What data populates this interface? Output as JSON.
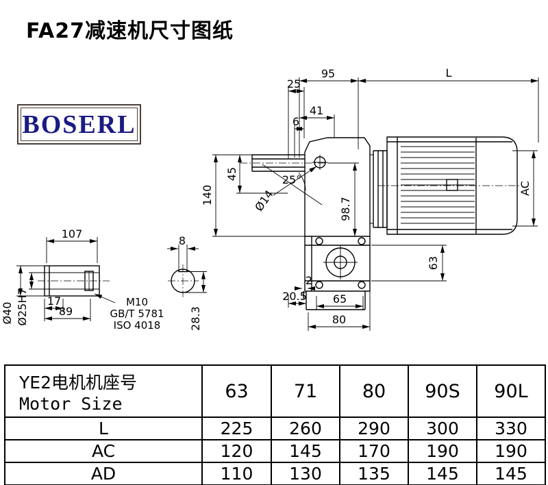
{
  "page": {
    "title": "FA27减速机尺寸图纸"
  },
  "logo": {
    "text": "BOSERL",
    "text_color": "#1b1b84",
    "border_color": "#4a3f38"
  },
  "drawing": {
    "dims": {
      "d95": "95",
      "d25": "25",
      "dL": "L",
      "d41": "41",
      "d6": "6",
      "d45": "45",
      "d140": "140",
      "dia14": "Ø14",
      "ang25": "25°",
      "d98_7": "98.7",
      "dAC": "AC",
      "d63": "63",
      "d2": "2",
      "d20_5": "20.5",
      "d65": "65",
      "d80": "80",
      "d107": "107",
      "d8": "8",
      "d17": "17",
      "d89": "89",
      "m10": "M10",
      "gbt5781": "GB/T 5781",
      "iso4018": "ISO 4018",
      "dia40": "Ø40",
      "dia25h7": "Ø25H7",
      "d28_3": "28.3"
    }
  },
  "table": {
    "header_cn": "YE2电机机座号",
    "header_en": "Motor Size",
    "columns": [
      "63",
      "71",
      "80",
      "90S",
      "90L"
    ],
    "rows": [
      {
        "label": "L",
        "values": [
          "225",
          "260",
          "290",
          "300",
          "330"
        ]
      },
      {
        "label": "AC",
        "values": [
          "120",
          "145",
          "170",
          "190",
          "190"
        ]
      },
      {
        "label": "AD",
        "values": [
          "110",
          "130",
          "135",
          "145",
          "145"
        ]
      }
    ]
  }
}
